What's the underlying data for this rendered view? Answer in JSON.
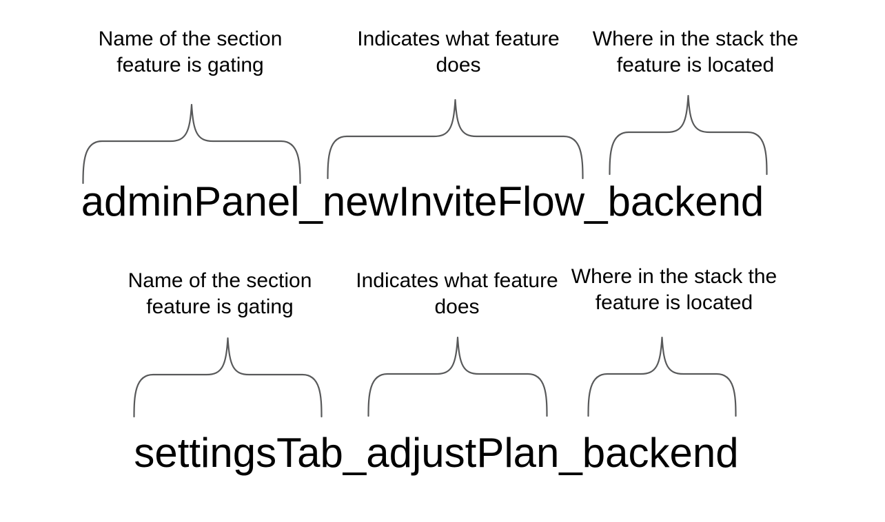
{
  "diagram": {
    "background": "#ffffff",
    "text_color": "#000000",
    "brace_color": "#58595a"
  },
  "examples": [
    {
      "flag_name": "adminPanel_newInviteFlow_backend",
      "annotations": [
        {
          "lines": [
            "Name of the section",
            "feature is gating"
          ]
        },
        {
          "lines": [
            "Indicates what feature",
            "does"
          ]
        },
        {
          "lines": [
            "Where in the stack the",
            "feature is located"
          ]
        }
      ]
    },
    {
      "flag_name": "settingsTab_adjustPlan_backend",
      "annotations": [
        {
          "lines": [
            "Name of the section",
            "feature is gating"
          ]
        },
        {
          "lines": [
            "Indicates what feature",
            "does"
          ]
        },
        {
          "lines": [
            "Where in the stack the",
            "feature is located"
          ]
        }
      ]
    }
  ]
}
